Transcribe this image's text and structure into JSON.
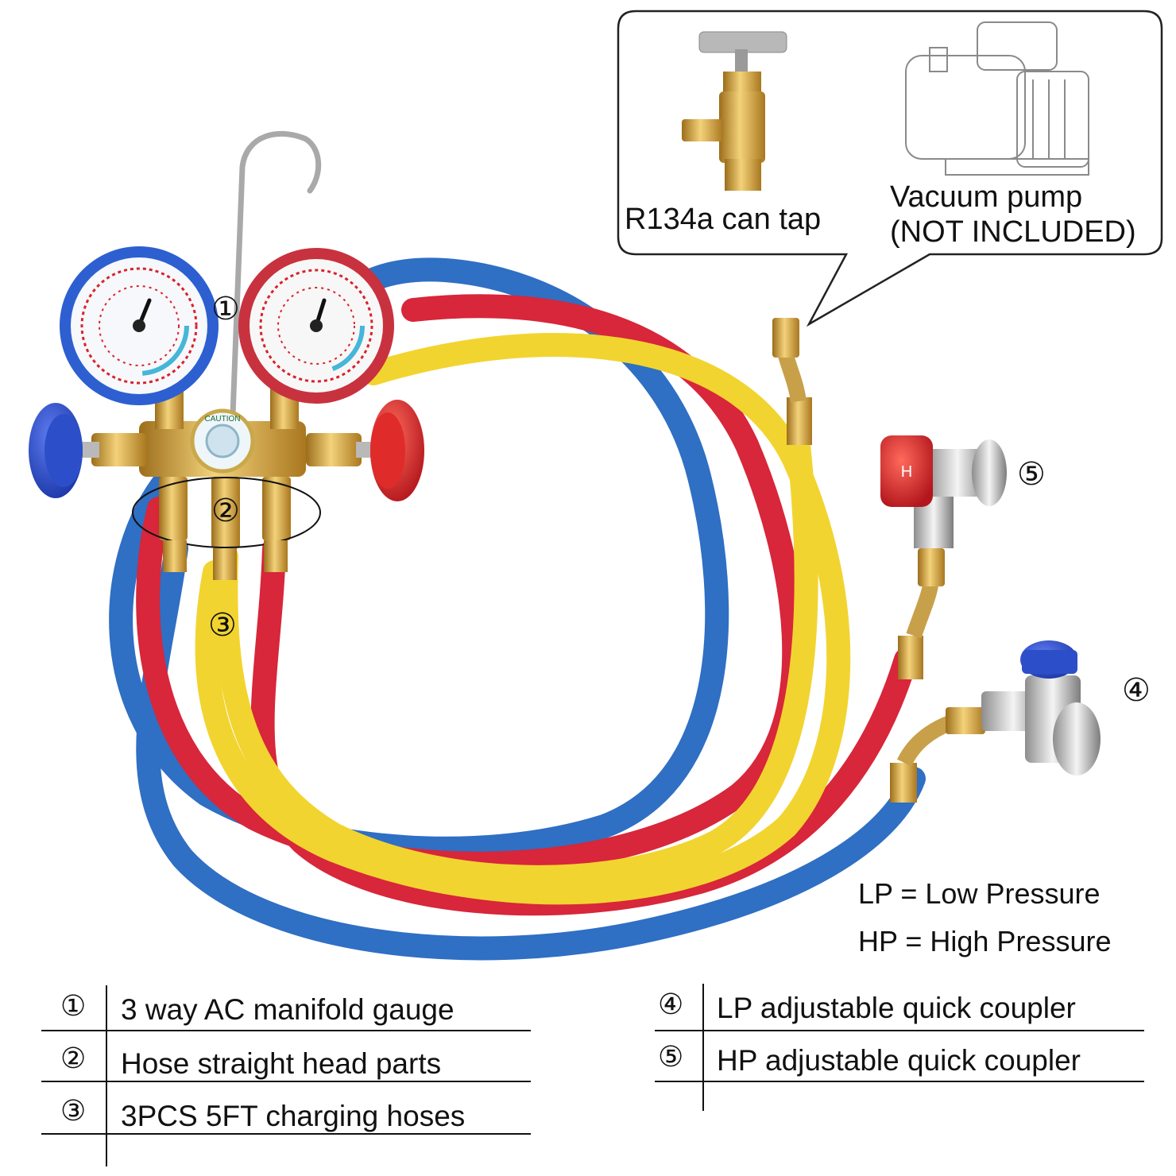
{
  "callout": {
    "can_tap_label": "R134a can tap",
    "pump_label_line1": "Vacuum pump",
    "pump_label_line2": "(NOT INCLUDED)"
  },
  "markers": {
    "m1": "①",
    "m2": "②",
    "m3": "③",
    "m4": "④",
    "m5": "⑤"
  },
  "legend": {
    "lp": "LP = Low Pressure",
    "hp": "HP = High Pressure"
  },
  "gauge_text": {
    "caution": "CAUTION"
  },
  "coupler_text": {
    "high_letter": "H"
  },
  "parts_left": [
    {
      "num": "①",
      "text": "3 way AC manifold gauge"
    },
    {
      "num": "②",
      "text": "Hose straight head parts"
    },
    {
      "num": "③",
      "text": "3PCS 5FT charging hoses"
    }
  ],
  "parts_right": [
    {
      "num": "④",
      "text": "LP adjustable quick coupler"
    },
    {
      "num": "⑤",
      "text": "HP adjustable quick coupler"
    }
  ],
  "colors": {
    "hose_blue": "#2f6fc4",
    "hose_red": "#d8263a",
    "hose_yellow": "#f2d430",
    "brass": "#d6a640",
    "knob_blue": "#2c4fc9",
    "knob_red": "#e02b2b"
  }
}
